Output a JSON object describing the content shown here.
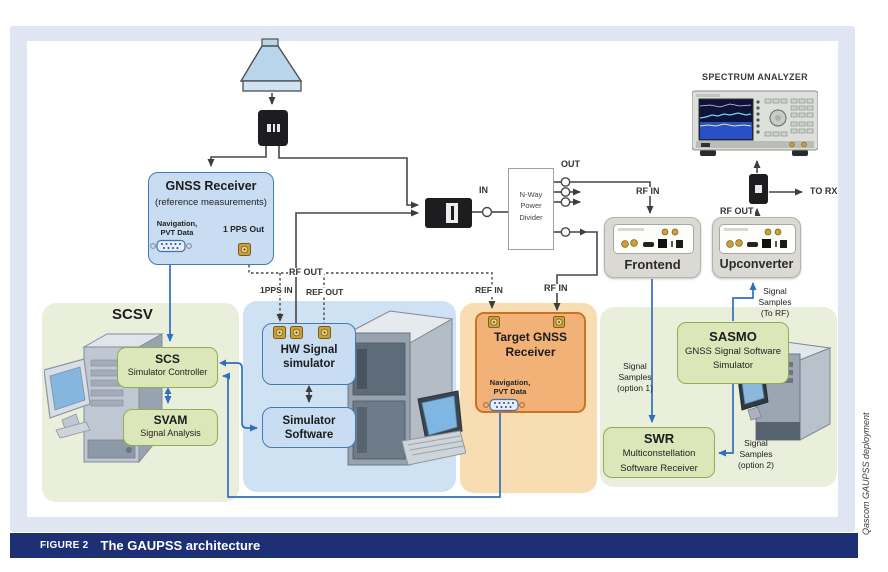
{
  "figure": {
    "caption_label": "FIGURE 2",
    "caption_title": "The GAUPSS architecture",
    "credit": "Qascom GAUPSS deployment"
  },
  "devices": {
    "spectrum_analyzer": "SPECTRUM ANALYZER",
    "nway_divider": "N-Way\nPower\nDivider",
    "frontend": "Frontend",
    "upconverter": "Upconverter",
    "gnss_receiver": {
      "title": "GNSS Receiver",
      "subtitle": "(reference measurements)",
      "nav_data": "Navigation,\nPVT Data",
      "pps_out": "1 PPS Out"
    },
    "target_receiver": {
      "title": "Target GNSS\nReceiver",
      "nav_data": "Navigation,\nPVT Data"
    }
  },
  "groups": {
    "scsv": {
      "title": "SCSV",
      "scs": {
        "title": "SCS",
        "subtitle": "Simulator Controller"
      },
      "svam": {
        "title": "SVAM",
        "subtitle": "Signal Analysis"
      }
    },
    "hw": {
      "hw_simulator": "HW Signal\nsimulator",
      "simulator_software": "Simulator\nSoftware"
    },
    "sasmo_group": {
      "sasmo": {
        "title": "SASMO",
        "subtitle": "GNSS Signal Software\nSimulator"
      },
      "swr": {
        "title": "SWR",
        "subtitle": "Multiconstellation\nSoftware Receiver"
      }
    }
  },
  "ports": {
    "out": "OUT",
    "in": "IN",
    "rf_in_frontend": "RF IN",
    "rf_out_upconverter": "RF OUT",
    "to_rx": "TO RX",
    "rf_out_hw": "RF OUT",
    "pps_in": "1PPS IN",
    "ref_out": "REF OUT",
    "ref_in": "REF IN",
    "rf_in_target": "RF IN"
  },
  "flows": {
    "to_rf": "Signal\nSamples\n(To RF)",
    "option1": "Signal\nSamples\n(option 1)",
    "option2": "Signal\nSamples\n(option 2)"
  },
  "colors": {
    "frame": "#dfe6f1",
    "caption_bar": "#1d3076",
    "blue_line": "#2f6fc1",
    "black_line": "#3d3d3d",
    "group_green": "#e9efdb",
    "group_blue": "#cfe2f4",
    "group_orange": "#f8dcb2",
    "box_green": "#dce7b9",
    "box_blue": "#c8ddf2",
    "box_orange": "#f2b277"
  }
}
